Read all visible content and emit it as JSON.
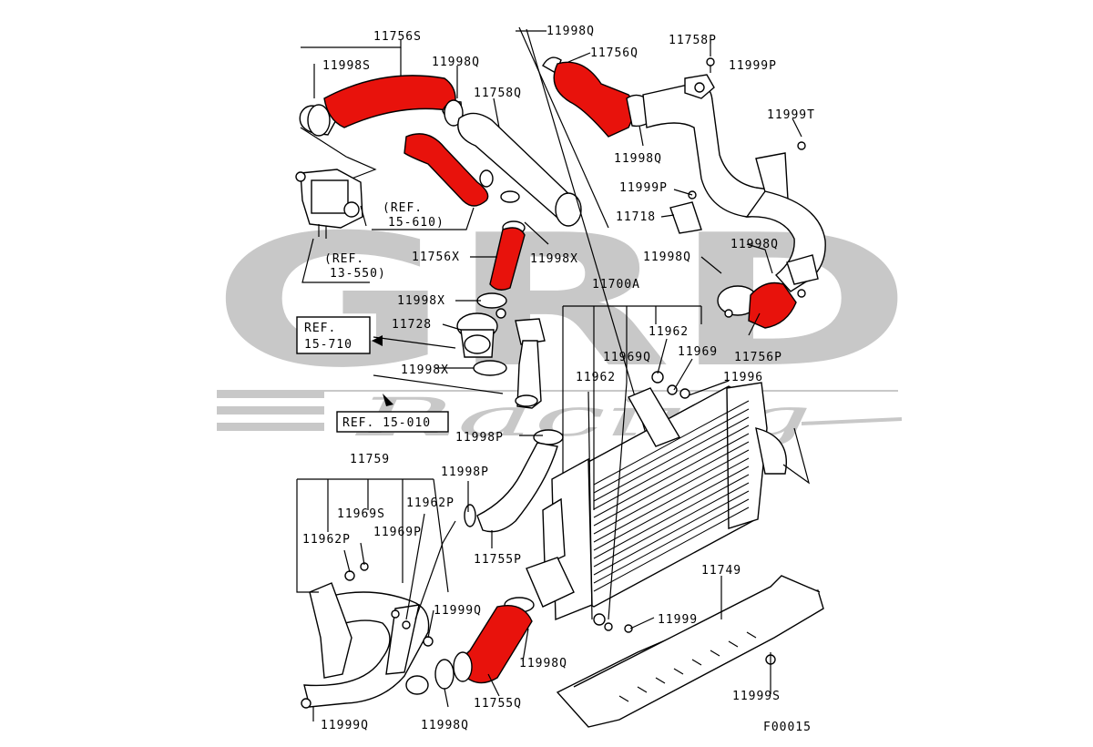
{
  "watermark": {
    "brand": "GRD",
    "script": "Racing"
  },
  "refs": {
    "r610_a": "(REF.",
    "r610_b": "15-610)",
    "r550_a": "(REF.",
    "r550_b": "13-550)",
    "r710_a": "REF.",
    "r710_b": "15-710",
    "r010": "REF. 15-010"
  },
  "labels": {
    "l11756S": "11756S",
    "l11998S": "11998S",
    "l11998Q_a": "11998Q",
    "l11758Q": "11758Q",
    "l11998Q_top": "11998Q",
    "l11756Q": "11756Q",
    "l11758P": "11758P",
    "l11999P_top": "11999P",
    "l11999T": "11999T",
    "l11998Q_mid": "11998Q",
    "l11999P": "11999P",
    "l11718": "11718",
    "l11756X": "11756X",
    "l11998X_a": "11998X",
    "l11998Q_r1": "11998Q",
    "l11998Q_r2": "11998Q",
    "l11998X_b": "11998X",
    "l11700A": "11700A",
    "l11728": "11728",
    "l11962_a": "11962",
    "l11969Q": "11969Q",
    "l11969": "11969",
    "l11756P": "11756P",
    "l11998X_c": "11998X",
    "l11962_b": "11962",
    "l11996": "11996",
    "l11998P_a": "11998P",
    "l11759": "11759",
    "l11998P_b": "11998P",
    "l11969S": "11969S",
    "l11962P_a": "11962P",
    "l11962P_b": "11962P",
    "l11969P": "11969P",
    "l11755P": "11755P",
    "l11749": "11749",
    "l11999Q_a": "11999Q",
    "l11999": "11999",
    "l11998Q_b": "11998Q",
    "l11755Q": "11755Q",
    "l11999S": "11999S",
    "l11999Q_b": "11999Q",
    "l11998Q_c": "11998Q",
    "fig": "F00015"
  },
  "colors": {
    "highlight": "#e8120c",
    "watermark": "#c8c8c8"
  }
}
